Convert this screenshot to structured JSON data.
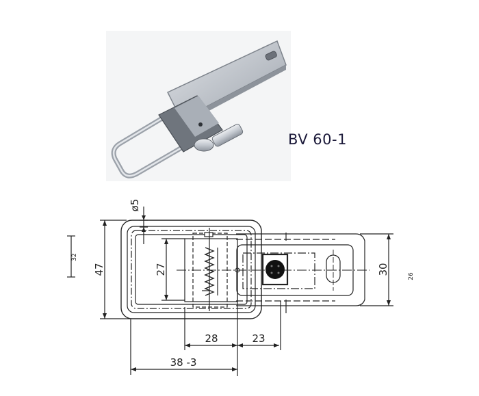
{
  "product": {
    "model": "BV 60-1",
    "type": "toggle-latch"
  },
  "drawing": {
    "line_color": "#222222",
    "dimensions": {
      "hole_diameter": "ø5",
      "overall_height": "47",
      "inner_height": "27",
      "plate_width": "30",
      "offset_left": "28",
      "offset_right": "23",
      "total_length": "38 -3",
      "left_small_dim": "32",
      "right_small_dim": "26"
    }
  },
  "colors": {
    "background": "#ffffff",
    "metal": "#c8ccd2",
    "label": "#1c1a3a"
  }
}
